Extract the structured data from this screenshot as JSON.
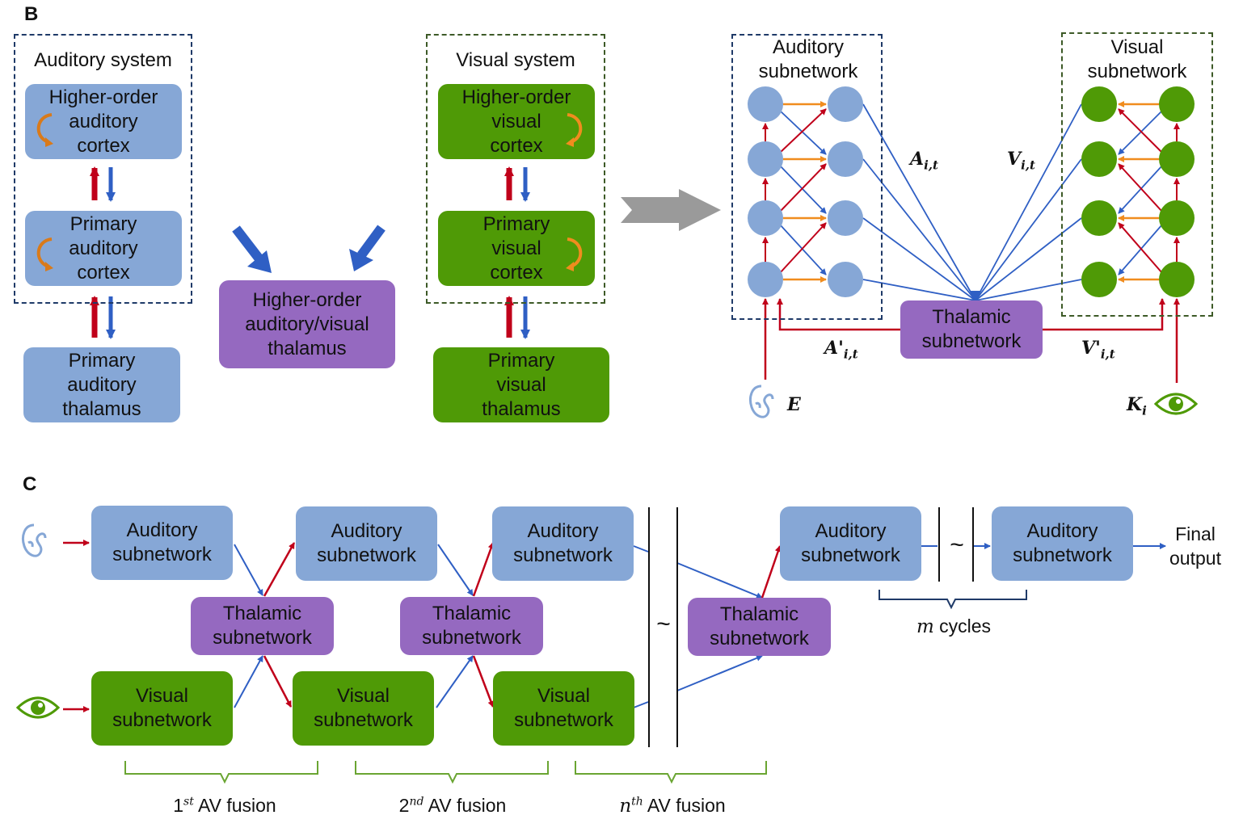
{
  "panels": {
    "b": "B",
    "c": "C"
  },
  "panel_b": {
    "auditory_system": {
      "title": "Auditory system",
      "higher_cortex": "Higher-order\nauditory\ncortex",
      "primary_cortex": "Primary\nauditory\ncortex",
      "primary_thalamus": "Primary\nauditory\nthalamus"
    },
    "higher_thalamus": "Higher-order\nauditory/visual\nthalamus",
    "visual_system": {
      "title": "Visual system",
      "higher_cortex": "Higher-order\nvisual\ncortex",
      "primary_cortex": "Primary\nvisual\ncortex",
      "primary_thalamus": "Primary\nvisual\nthalamus"
    },
    "network": {
      "auditory_subnetwork": "Auditory\nsubnetwork",
      "visual_subnetwork": "Visual\nsubnetwork",
      "thalamic_subnetwork": "Thalamic\nsubnetwork",
      "label_A": "A",
      "label_A_sub": "i,t",
      "label_V": "V",
      "label_V_sub": "i,t",
      "label_A_prime": "A'",
      "label_A_prime_sub": "i,t",
      "label_V_prime": "V'",
      "label_V_prime_sub": "i,t",
      "label_E": "E",
      "label_K": "K",
      "label_K_sub": "i"
    }
  },
  "panel_c": {
    "auditory": "Auditory\nsubnetwork",
    "visual": "Visual\nsubnetwork",
    "thalamic": "Thalamic\nsubnetwork",
    "tilde": "~",
    "final_output": "Final\noutput",
    "m_cycles_var": "m",
    "m_cycles_text": " cycles",
    "fusion_1_sup": "st",
    "fusion_2_sup": "nd",
    "fusion_n_sup": "th",
    "fusion_1_num": "1",
    "fusion_2_num": "2",
    "fusion_n_num": "n",
    "fusion_text": " AV fusion"
  },
  "colors": {
    "auditory_blue": "#86a7d6",
    "visual_green": "#4f9a06",
    "thalamic_purple": "#9569c0",
    "feedforward_red": "#c0001a",
    "feedback_blue": "#2f5fc4",
    "lateral_orange": "#f08c1e"
  },
  "icons": [
    "ear-icon",
    "eye-icon"
  ]
}
